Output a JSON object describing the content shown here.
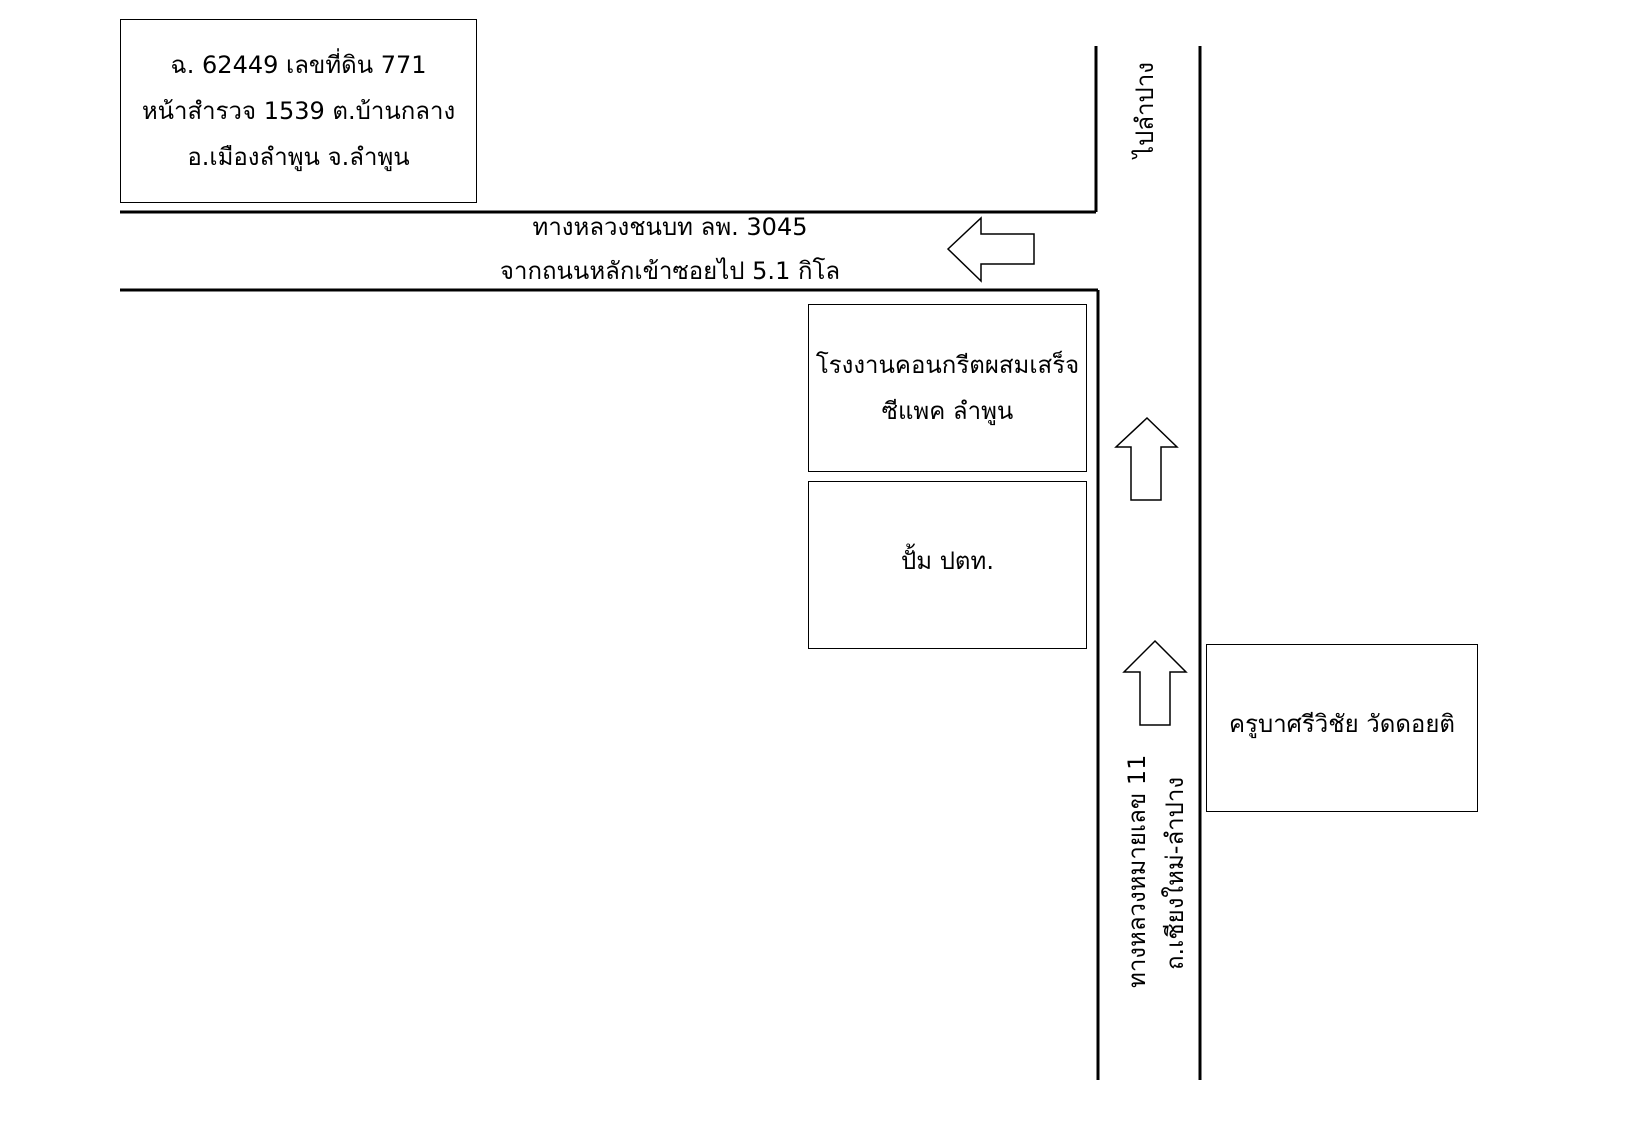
{
  "colors": {
    "background": "#ffffff",
    "ink": "#000000"
  },
  "land_box": {
    "line1": "ฉ. 62449 เลขที่ดิน 771",
    "line2": "หน้าสำรวจ 1539 ต.บ้านกลาง",
    "line3": "อ.เมืองลำพูน จ.ลำพูน"
  },
  "rural_road": {
    "line1": "ทางหลวงชนบท ลพ. 3045",
    "line2": "จากถนนหลักเข้าซอยไป 5.1 กิโล"
  },
  "highway": {
    "line1": "ทางหลวงหมายเลข 11",
    "line2": "ถ.เชียงใหม่-ลำปาง",
    "direction_label": "ไปลำปาง"
  },
  "landmarks": {
    "concrete_plant": {
      "line1": "โรงงานคอนกรีตผสมเสร็จ",
      "line2": "ซีแพค ลำพูน"
    },
    "gas_station": "ปั้ม ปตท.",
    "temple": "ครูบาศรีวิชัย วัดดอยติ"
  },
  "icons": {
    "road_arrow": "arrow-left-icon",
    "highway_arrows": "arrow-up-icon"
  }
}
